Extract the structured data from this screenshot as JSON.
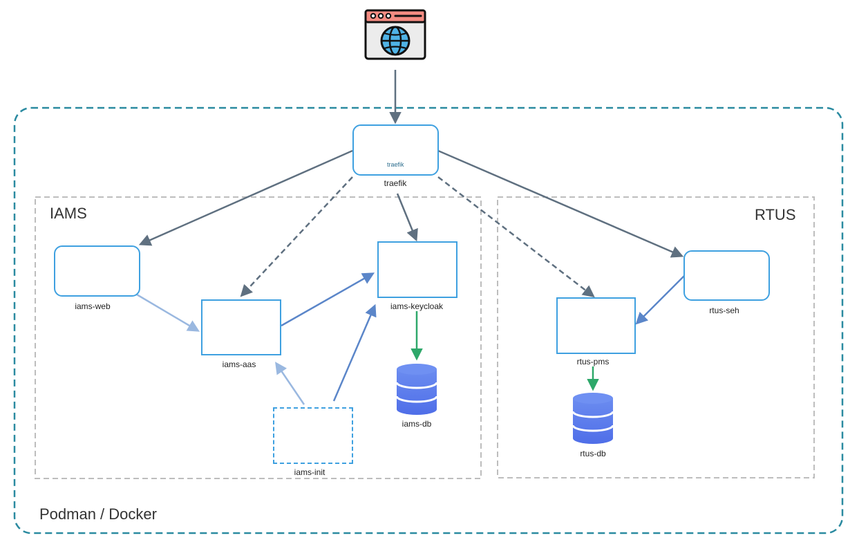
{
  "outer_group": {
    "title": "Podman / Docker",
    "border_color": "#2a8aa0"
  },
  "groups": [
    {
      "id": "iams",
      "title": "IAMS",
      "border_color": "#bdbdbd"
    },
    {
      "id": "rtus",
      "title": "RTUS",
      "border_color": "#bdbdbd"
    }
  ],
  "nodes": {
    "browser": {
      "icon": "browser-globe-icon"
    },
    "traefik": {
      "label": "traefik",
      "logo_text": "traefik",
      "icon": "traefik-gopher-icon"
    },
    "iams_web": {
      "label": "iams-web",
      "icon": "hub-network-icon"
    },
    "iams_aas": {
      "label": "iams-aas",
      "icon": "package-cube-icon"
    },
    "iams_keycloak": {
      "label": "iams-keycloak",
      "icon": "keycloak-key-icon"
    },
    "iams_db": {
      "label": "iams-db",
      "icon": "database-icon"
    },
    "iams_init": {
      "label": "iams-init",
      "icon": "postman-icon"
    },
    "rtus_seh": {
      "label": "rtus-seh",
      "icon": "hub-network-icon"
    },
    "rtus_pms": {
      "label": "rtus-pms",
      "icon": "package-cube-icon"
    },
    "rtus_db": {
      "label": "rtus-db",
      "icon": "database-icon"
    }
  },
  "edges": [
    {
      "from": "browser",
      "to": "traefik",
      "style": "solid",
      "color": "#5f7080"
    },
    {
      "from": "traefik",
      "to": "iams_web",
      "style": "solid",
      "color": "#5f7080"
    },
    {
      "from": "traefik",
      "to": "iams_aas",
      "style": "dashed",
      "color": "#5f7080"
    },
    {
      "from": "traefik",
      "to": "iams_keycloak",
      "style": "solid",
      "color": "#5f7080"
    },
    {
      "from": "traefik",
      "to": "rtus_pms",
      "style": "dashed",
      "color": "#5f7080"
    },
    {
      "from": "traefik",
      "to": "rtus_seh",
      "style": "solid",
      "color": "#5f7080"
    },
    {
      "from": "iams_web",
      "to": "iams_aas",
      "style": "solid",
      "color": "#9ab8e0"
    },
    {
      "from": "iams_aas",
      "to": "iams_keycloak",
      "style": "solid",
      "color": "#5b86c9"
    },
    {
      "from": "iams_init",
      "to": "iams_aas",
      "style": "solid",
      "color": "#9ab8e0"
    },
    {
      "from": "iams_init",
      "to": "iams_keycloak",
      "style": "solid",
      "color": "#5b86c9"
    },
    {
      "from": "iams_keycloak",
      "to": "iams_db",
      "style": "solid",
      "color": "#2ea86a"
    },
    {
      "from": "rtus_seh",
      "to": "rtus_pms",
      "style": "solid",
      "color": "#5b86c9"
    },
    {
      "from": "rtus_pms",
      "to": "rtus_db",
      "style": "solid",
      "color": "#2ea86a"
    }
  ]
}
